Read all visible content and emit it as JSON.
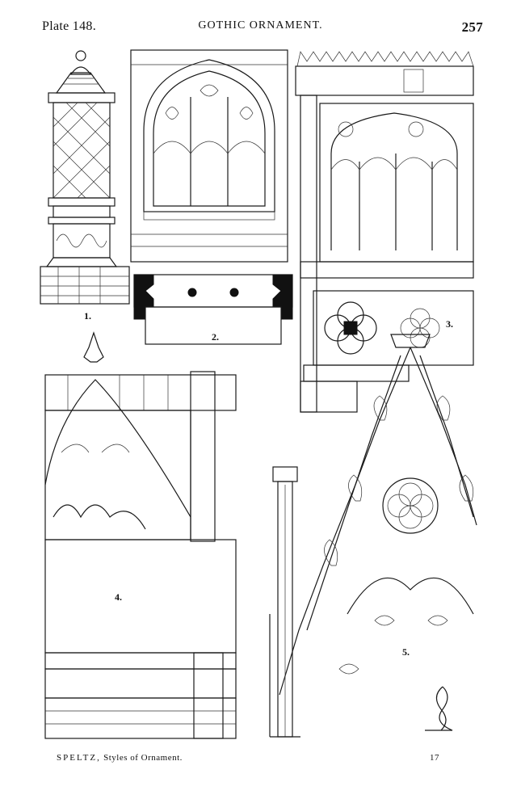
{
  "header": {
    "plate": "Plate 148.",
    "title": "GOTHIC ORNAMENT.",
    "page_number": "257"
  },
  "figures": {
    "fig1": "1.",
    "fig2": "2.",
    "fig3": "3.",
    "fig4": "4.",
    "fig5": "5."
  },
  "footer": {
    "author": "SPELTZ,",
    "book": " Styles of Ornament.",
    "number": "17"
  }
}
